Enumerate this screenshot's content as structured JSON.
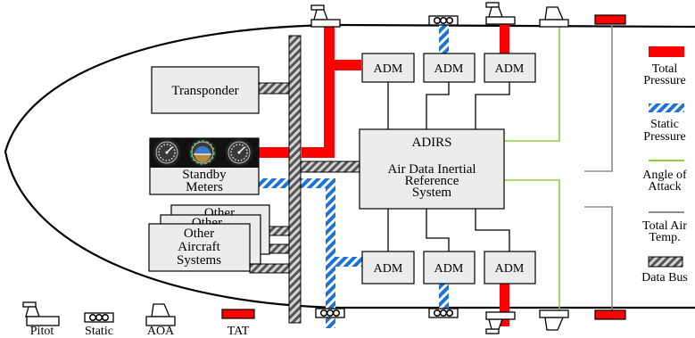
{
  "colors": {
    "total_pressure": "#ff0000",
    "static_pressure": "#1e73d2",
    "angle_of_attack": "#8fce3b",
    "total_air_temp": "#8c8c8c",
    "data_bus": "#8a8a8a",
    "box_fill": "#ececec"
  },
  "blocks": {
    "transponder": "Transponder",
    "standby_line1": "Standby",
    "standby_line2": "Meters",
    "adirs_title": "ADIRS",
    "adirs_line1": "Air Data Inertial",
    "adirs_line2": "Reference",
    "adirs_line3": "System",
    "other_back1": "Other",
    "other_back2": "Other",
    "other_front1": "Other",
    "other_front2": "Aircraft",
    "other_front3": "Systems",
    "adm": "ADM"
  },
  "legend": {
    "total_1": "Total",
    "total_2": "Pressure",
    "static_1": "Static",
    "static_2": "Pressure",
    "aoa_1": "Angle of",
    "aoa_2": "Attack",
    "tat_1": "Total Air",
    "tat_2": "Temp.",
    "bus": "Data Bus"
  },
  "key": {
    "pitot": "Pitot",
    "static": "Static",
    "aoa": "AOA",
    "tat": "TAT"
  },
  "icons": [
    "pitot-probe-icon",
    "static-port-icon",
    "aoa-vane-icon",
    "tat-probe-icon",
    "standby-gauge-icon"
  ]
}
